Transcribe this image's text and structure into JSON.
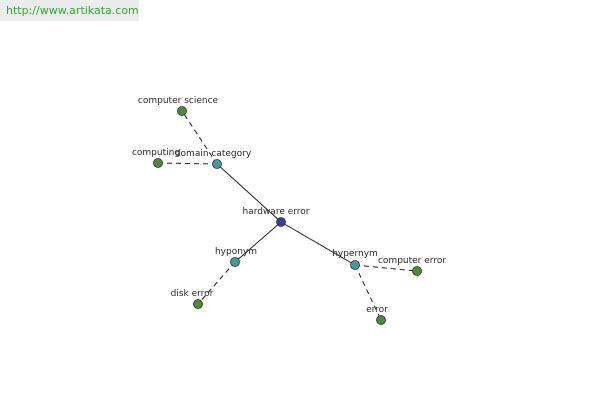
{
  "header": {
    "url": "http://www.artikata.com"
  },
  "colors": {
    "center": "#3b3e8f",
    "relation": "#4a9797",
    "term": "#4c8a3a",
    "edge": "#222222",
    "url_text": "#33a833"
  },
  "graph": {
    "nodes": [
      {
        "id": "hardware-error",
        "label": "hardware error",
        "kind": "center"
      },
      {
        "id": "domain-category",
        "label": "domain category",
        "kind": "relation"
      },
      {
        "id": "hyponym",
        "label": "hyponym",
        "kind": "relation"
      },
      {
        "id": "hypernym",
        "label": "hypernym",
        "kind": "relation"
      },
      {
        "id": "computer-science",
        "label": "computer science",
        "kind": "term"
      },
      {
        "id": "computing",
        "label": "computing",
        "kind": "term"
      },
      {
        "id": "disk-error",
        "label": "disk error",
        "kind": "term"
      },
      {
        "id": "computer-error",
        "label": "computer error",
        "kind": "term"
      },
      {
        "id": "error",
        "label": "error",
        "kind": "term"
      }
    ],
    "edges": [
      {
        "from": "hardware-error",
        "to": "domain-category",
        "style": "solid"
      },
      {
        "from": "hardware-error",
        "to": "hyponym",
        "style": "solid"
      },
      {
        "from": "hardware-error",
        "to": "hypernym",
        "style": "solid"
      },
      {
        "from": "domain-category",
        "to": "computer-science",
        "style": "dashed"
      },
      {
        "from": "domain-category",
        "to": "computing",
        "style": "dashed"
      },
      {
        "from": "hyponym",
        "to": "disk-error",
        "style": "dashed"
      },
      {
        "from": "hypernym",
        "to": "computer-error",
        "style": "dashed"
      },
      {
        "from": "hypernym",
        "to": "error",
        "style": "dashed"
      }
    ]
  }
}
